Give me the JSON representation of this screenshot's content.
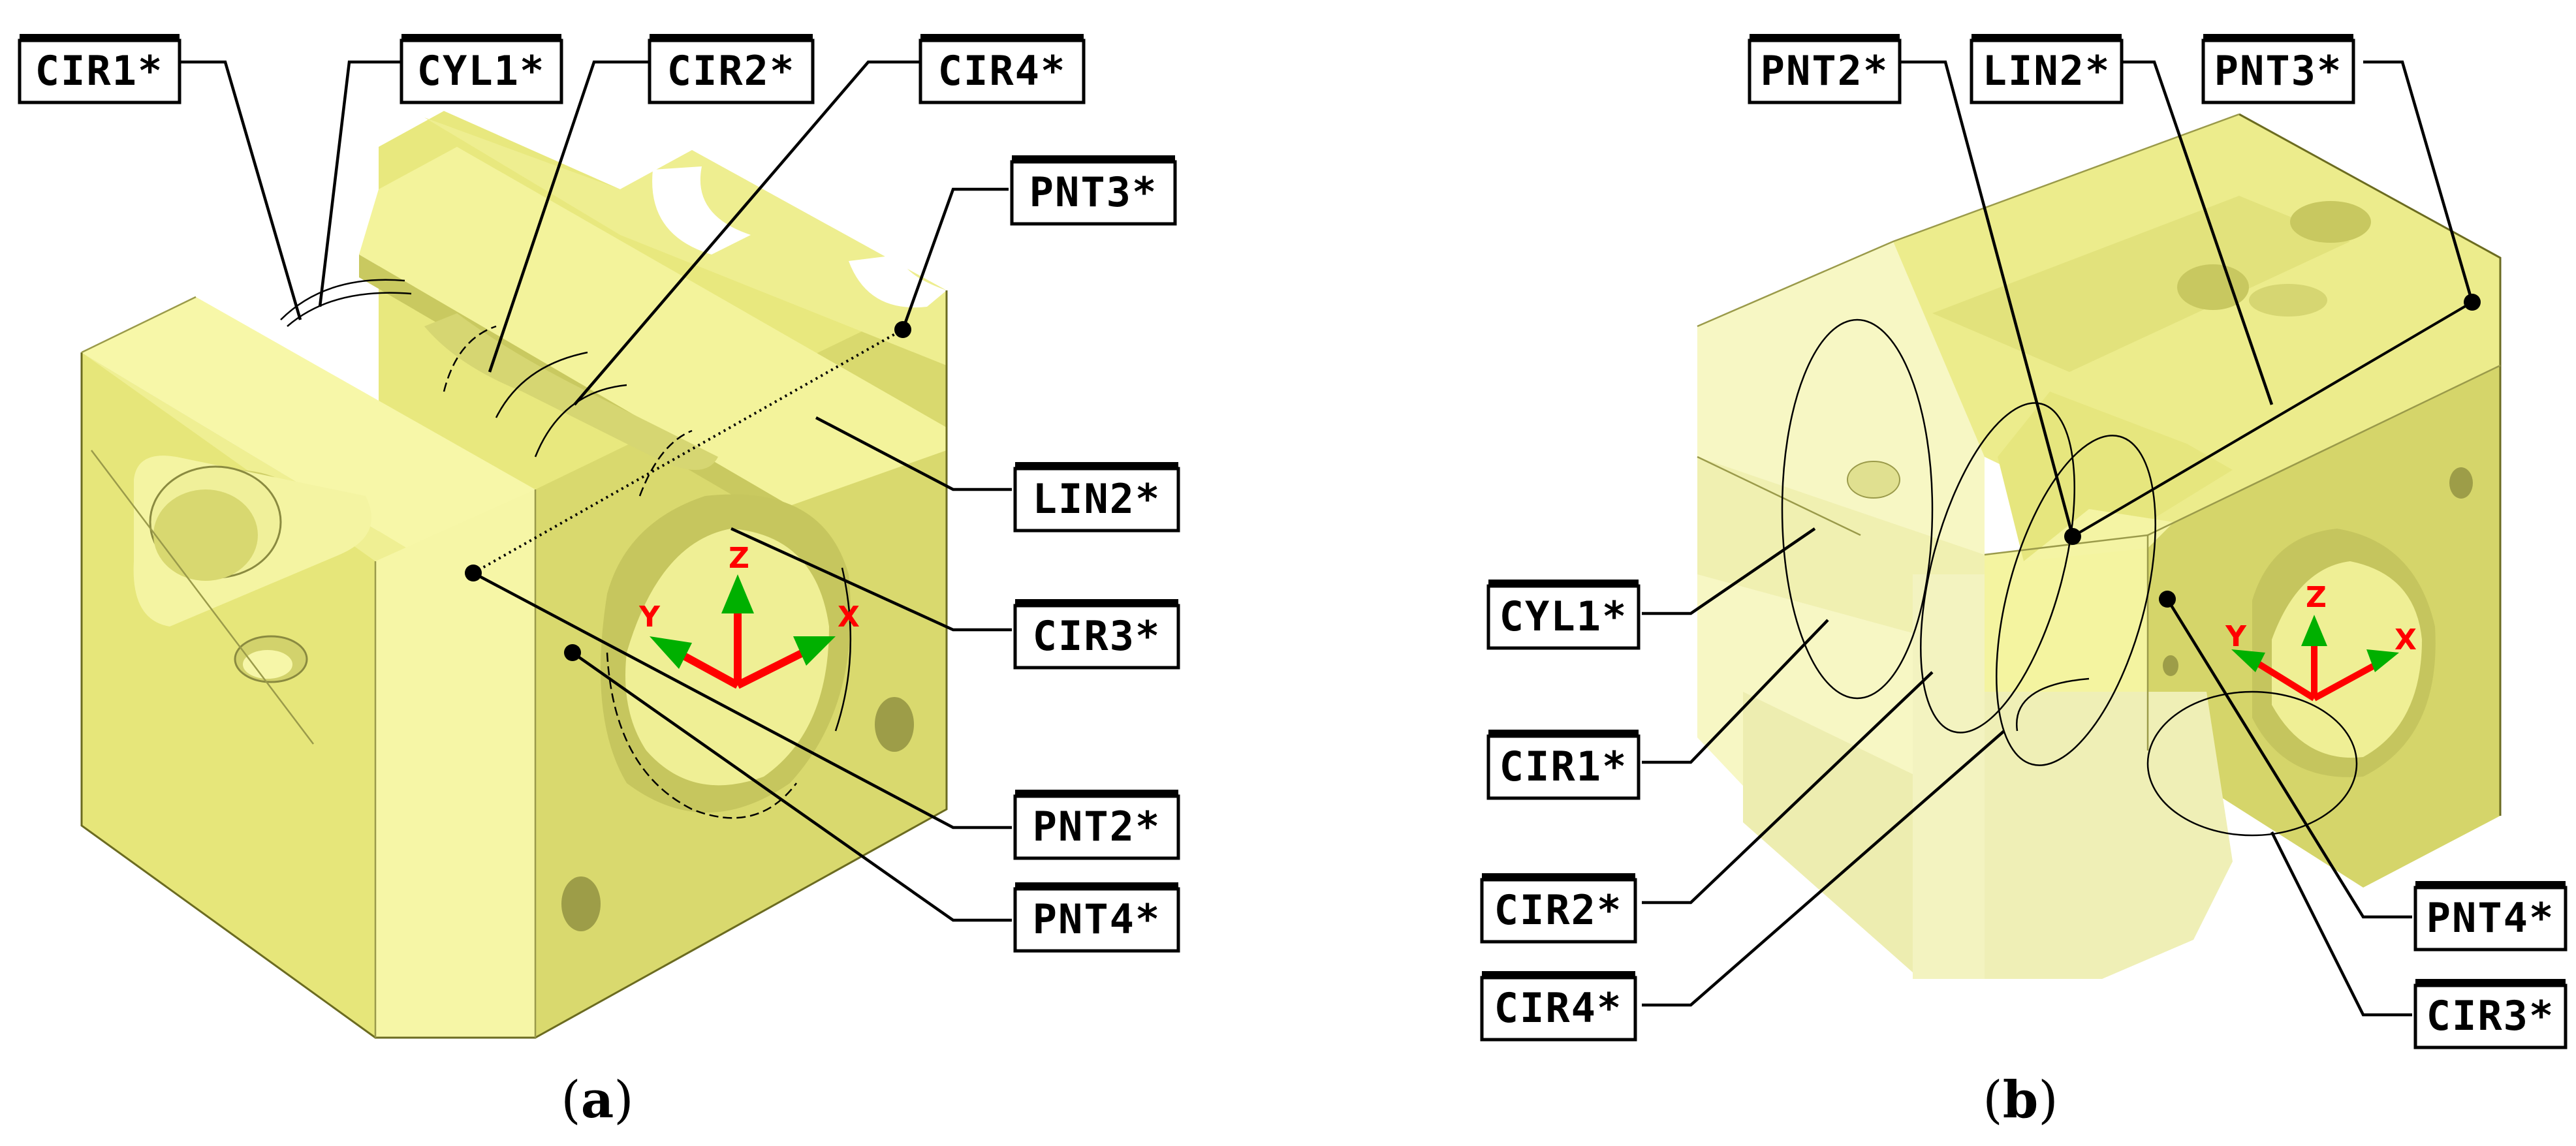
{
  "panels": [
    {
      "caption_open": "(",
      "caption_letter": "a",
      "caption_close": ")",
      "tags": {
        "cir1": "CIR1*",
        "cyl1": "CYL1*",
        "cir2": "CIR2*",
        "cir4": "CIR4*",
        "pnt3": "PNT3*",
        "lin2": "LIN2*",
        "cir3": "CIR3*",
        "pnt2": "PNT2*",
        "pnt4": "PNT4*"
      },
      "axes": {
        "x": "X",
        "y": "Y",
        "z": "Z"
      }
    },
    {
      "caption_open": "(",
      "caption_letter": "b",
      "caption_close": ")",
      "tags": {
        "pnt2": "PNT2*",
        "lin2": "LIN2*",
        "pnt3": "PNT3*",
        "cyl1": "CYL1*",
        "cir1": "CIR1*",
        "cir2": "CIR2*",
        "cir4": "CIR4*",
        "pnt4": "PNT4*",
        "cir3": "CIR3*"
      },
      "axes": {
        "x": "X",
        "y": "Y",
        "z": "Z"
      }
    }
  ],
  "colors": {
    "part_face_light": "#f7f7a8",
    "part_face_mid": "#e8e87e",
    "part_face_dark": "#cdcd66",
    "axis_x": "#ff0000",
    "axis_arrow": "#00b000",
    "tag_fill": "#ffffff",
    "tag_border": "#000000"
  }
}
